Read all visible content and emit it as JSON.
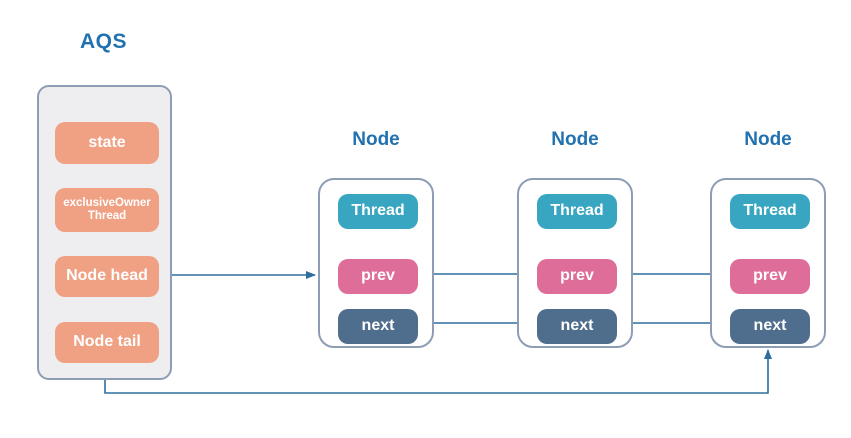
{
  "diagram_title": "AQS",
  "colors": {
    "title_blue": "#2272B0",
    "line_blue": "#2E6E9E",
    "salmon": "#F0A183",
    "teal": "#38A5C1",
    "pink": "#DE6E99",
    "slate": "#4F6E8D",
    "aqs_fill": "#EEEEF0",
    "border_gray": "#8D9DB5"
  },
  "aqs": {
    "title": "AQS",
    "fields": {
      "state": "state",
      "owner_line1": "exclusiveOwner",
      "owner_line2": "Thread",
      "head": "Node head",
      "tail": "Node tail"
    }
  },
  "nodes": [
    {
      "title": "Node",
      "thread": "Thread",
      "prev": "prev",
      "next": "next"
    },
    {
      "title": "Node",
      "thread": "Thread",
      "prev": "prev",
      "next": "next"
    },
    {
      "title": "Node",
      "thread": "Thread",
      "prev": "prev",
      "next": "next"
    }
  ],
  "edges": [
    {
      "from": "AQS.Node head",
      "to": "Node1",
      "direction": "right"
    },
    {
      "from": "Node2.prev",
      "to": "Node1.prev",
      "direction": "left"
    },
    {
      "from": "Node3.prev",
      "to": "Node2.prev",
      "direction": "left"
    },
    {
      "from": "Node1.next",
      "to": "Node2.next",
      "direction": "right"
    },
    {
      "from": "Node2.next",
      "to": "Node3.next",
      "direction": "right"
    },
    {
      "from": "AQS.Node tail",
      "to": "Node3.next",
      "direction": "up"
    }
  ]
}
